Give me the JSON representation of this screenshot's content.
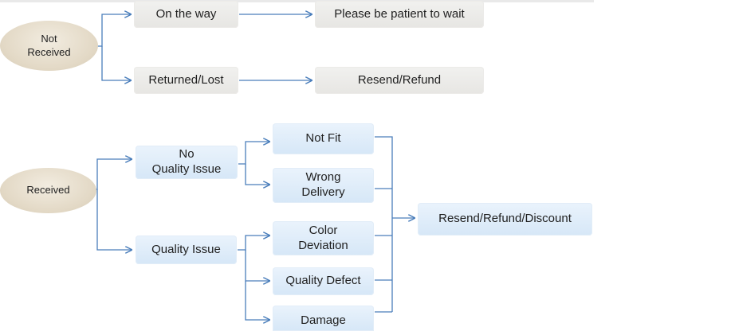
{
  "colors": {
    "arrow": "#4a7ebb",
    "oval_fill": "#e3d9c6",
    "grey_box": "#e8e7e4",
    "blue_box": "#d9e8f7"
  },
  "diagram": {
    "not_received": {
      "label": "Not\nReceived",
      "on_the_way": "On the way",
      "please_wait": "Please be patient to wait",
      "returned_lost": "Returned/Lost",
      "resend_refund": "Resend/Refund"
    },
    "received": {
      "label": "Received",
      "no_quality_issue": "No\nQuality Issue",
      "quality_issue": "Quality Issue",
      "not_fit": "Not Fit",
      "wrong_delivery": "Wrong\nDelivery",
      "color_deviation": "Color\nDeviation",
      "quality_defect": "Quality Defect",
      "damage": "Damage",
      "outcome": "Resend/Refund/Discount"
    }
  }
}
